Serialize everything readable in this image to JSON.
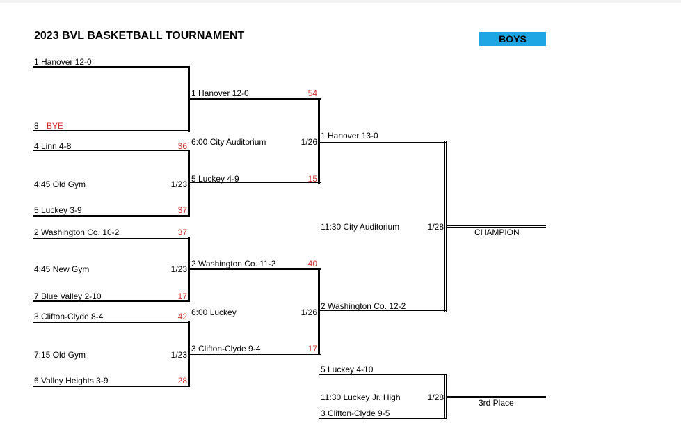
{
  "title": "2023 BVL BASKETBALL TOURNAMENT",
  "division": "BOYS",
  "round1": [
    {
      "top": "1 Hanover 12-0",
      "bottom_seed": "8",
      "bottom_name": "BYE"
    },
    {
      "top": "4 Linn 4-8",
      "top_score": "36",
      "info": "4:45 Old Gym",
      "date": "1/23",
      "bottom": "5 Luckey 3-9",
      "bottom_score": "37"
    },
    {
      "top": "2 Washington Co. 10-2",
      "top_score": "37",
      "info": "4:45 New Gym",
      "date": "1/23",
      "bottom": "7 Blue Valley 2-10",
      "bottom_score": "17"
    },
    {
      "top": "3 Clifton-Clyde 8-4",
      "top_score": "42",
      "info": "7:15 Old Gym",
      "date": "1/23",
      "bottom": "6 Valley Heights 3-9",
      "bottom_score": "28"
    }
  ],
  "semis": [
    {
      "top": "1 Hanover 12-0",
      "top_score": "54",
      "info": "6:00 City Auditorium",
      "date": "1/26",
      "bottom": "5 Luckey 4-9",
      "bottom_score": "15"
    },
    {
      "top": "2 Washington Co. 11-2",
      "top_score": "40",
      "info": "6:00 Luckey",
      "date": "1/26",
      "bottom": "3 Clifton-Clyde 9-4",
      "bottom_score": "17"
    }
  ],
  "final": {
    "top": "1 Hanover 13-0",
    "info": "11:30 City Auditorium",
    "date": "1/28",
    "bottom": "2 Washington Co. 12-2",
    "result_label": "CHAMPION"
  },
  "third_place": {
    "top": "5 Luckey 4-10",
    "info": "11:30 Luckey Jr. High",
    "date": "1/28",
    "bottom": "3 Clifton-Clyde 9-5",
    "result_label": "3rd Place"
  }
}
